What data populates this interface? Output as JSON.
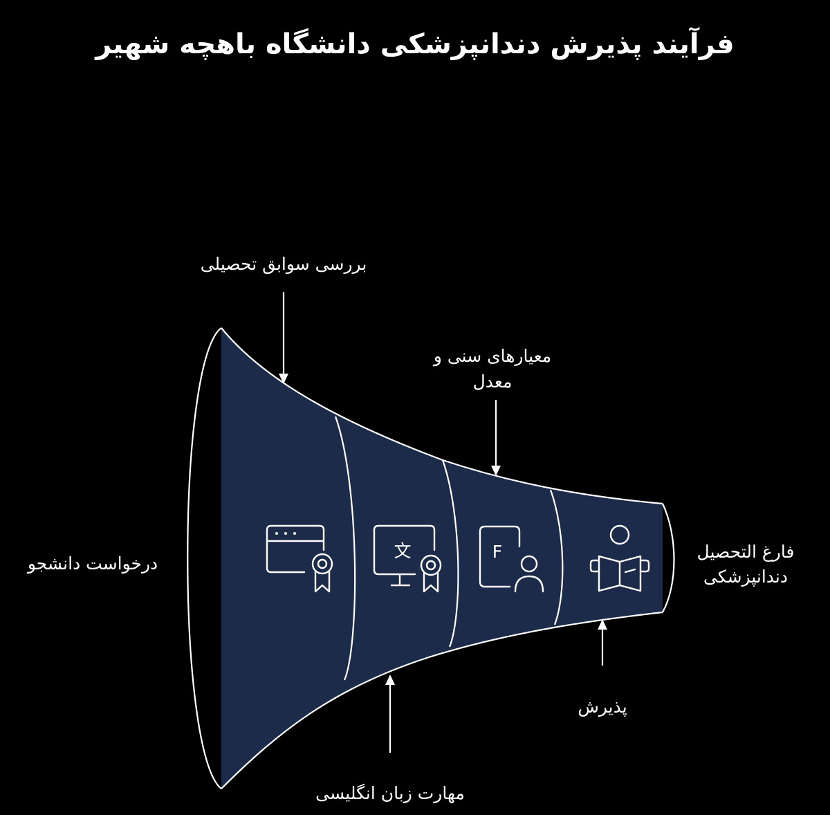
{
  "title": "فرآیند پذیرش دندانپزشکی دانشگاه باهچه شهیر",
  "colors": {
    "background": "#000000",
    "funnel_fill": "#1c2b4a",
    "stroke": "#ffffff",
    "text": "#ffffff"
  },
  "labels": {
    "start": "درخواست دانشجو",
    "top_1": "بررسی سوابق تحصیلی",
    "top_2_line1": "معیارهای سنی و",
    "top_2_line2": "معدل",
    "bottom_1": "مهارت زبان انگلیسی",
    "bottom_2": "پذیرش",
    "end_line1": "فارغ التحصیل",
    "end_line2": "دندانپزشکی"
  },
  "stages": [
    {
      "icon": "certificate-browser-icon"
    },
    {
      "icon": "language-certificate-icon"
    },
    {
      "icon": "form-user-icon"
    },
    {
      "icon": "reading-student-icon"
    }
  ],
  "icon_letters": {
    "language": "文",
    "form": "F"
  }
}
